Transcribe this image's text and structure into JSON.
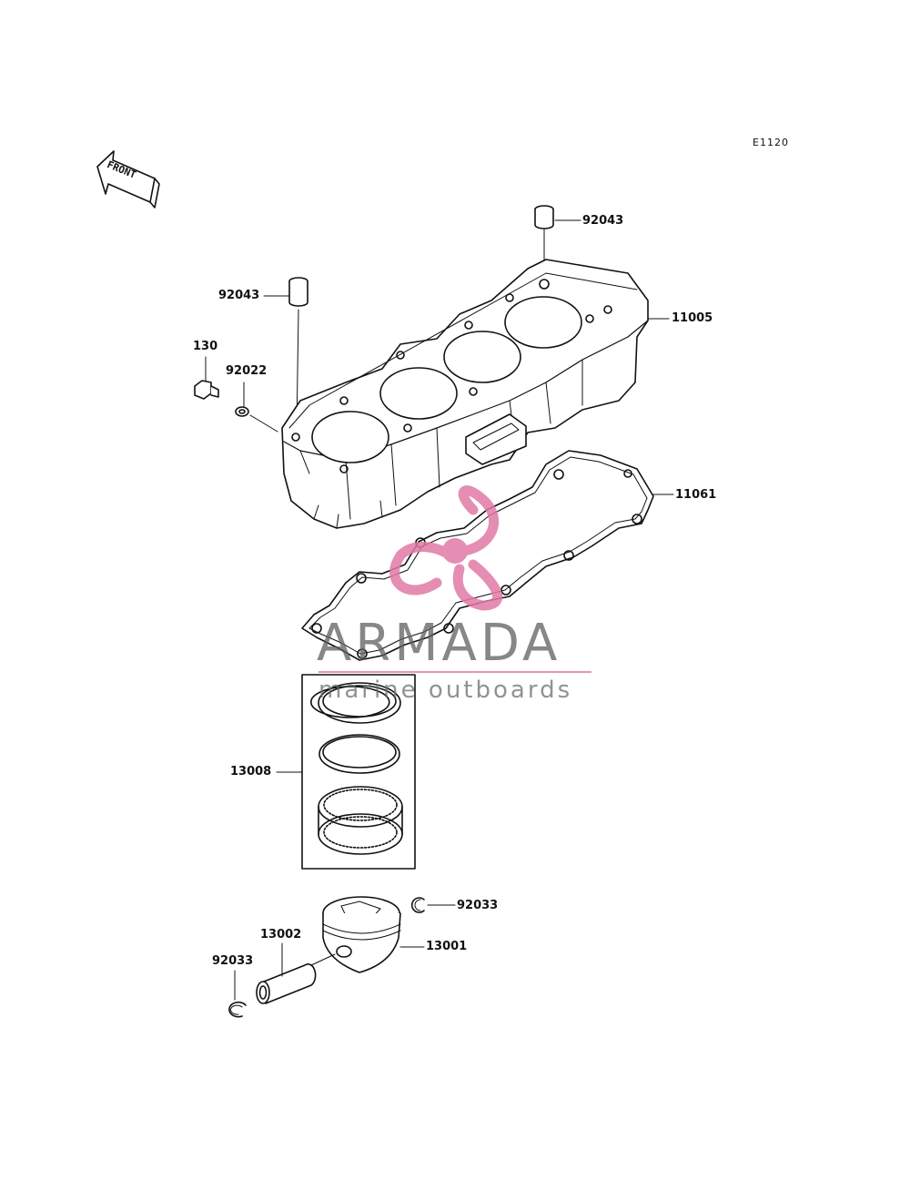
{
  "diagram_code": "E1120",
  "front_label": "FRONT",
  "watermark": {
    "brand": "ARMADA",
    "tagline": "marine outboards",
    "logo_color": "#e17aa6",
    "text_color": "#5f5f5f"
  },
  "parts": [
    {
      "id": "dowel_top",
      "number": "92043"
    },
    {
      "id": "dowel_left",
      "number": "92043"
    },
    {
      "id": "cylinder",
      "number": "11005"
    },
    {
      "id": "bolt",
      "number": "130"
    },
    {
      "id": "washer",
      "number": "92022"
    },
    {
      "id": "gasket",
      "number": "11061"
    },
    {
      "id": "ring_set",
      "number": "13008"
    },
    {
      "id": "circlip_right",
      "number": "92033"
    },
    {
      "id": "piston",
      "number": "13001"
    },
    {
      "id": "pin",
      "number": "13002"
    },
    {
      "id": "circlip_left",
      "number": "92033"
    }
  ]
}
